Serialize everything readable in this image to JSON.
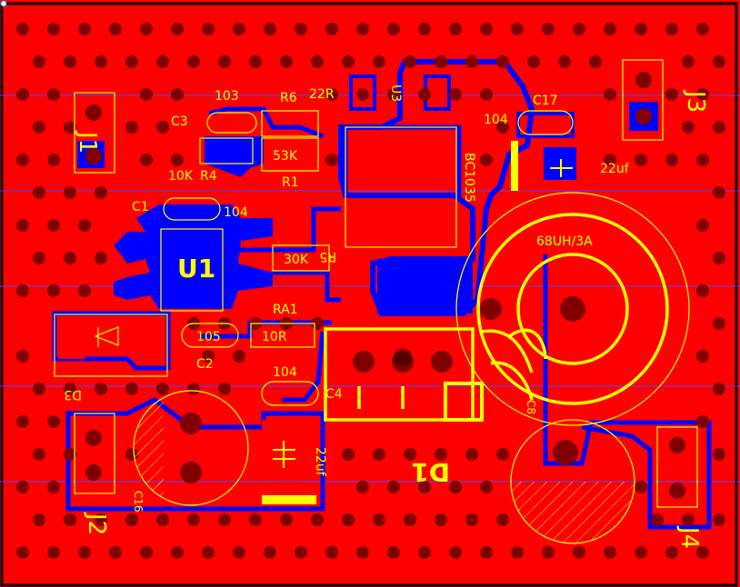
{
  "board": {
    "background": "#ff0000",
    "copper_bottom": "#0000ff",
    "silkscreen": "#ffff00",
    "via_color": "#800000",
    "outline": "#000000"
  },
  "labels": {
    "j1": "J1",
    "j2": "J2",
    "j3": "J3",
    "j4": "J4",
    "u1": "U1",
    "u3": "U3",
    "d1": "D1",
    "d3": "D3",
    "c1": "C1",
    "c2": "C2",
    "c3": "C3",
    "c4": "C4",
    "c8": "C8",
    "c16": "C16",
    "c17": "C17",
    "r1": "R1",
    "r4": "R4",
    "r5": "R5",
    "r6": "R6",
    "ra1": "RA1",
    "v103": "103",
    "v22r": "22R",
    "v53k": "53K",
    "v10k": "10K",
    "v30k": "30K",
    "v104_c1": "104",
    "v104_c17": "104",
    "v104_c4": "104",
    "v105": "105",
    "v10r": "10R",
    "v22uf_top": "22uf",
    "v22uf_bot": "22uf",
    "v68uh": "68UH/3A",
    "bc1035": "BC1035"
  }
}
